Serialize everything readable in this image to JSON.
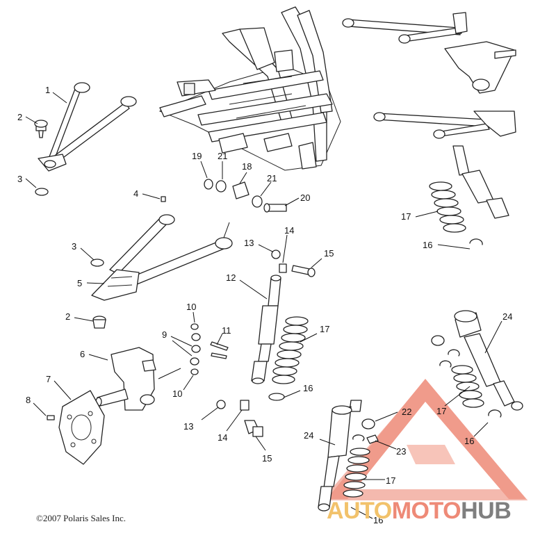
{
  "diagram": {
    "callouts": [
      {
        "id": "c1",
        "label": "1"
      },
      {
        "id": "c2a",
        "label": "2"
      },
      {
        "id": "c3a",
        "label": "3"
      },
      {
        "id": "c4",
        "label": "4"
      },
      {
        "id": "c19",
        "label": "19"
      },
      {
        "id": "c21a",
        "label": "21"
      },
      {
        "id": "c18",
        "label": "18"
      },
      {
        "id": "c21b",
        "label": "21"
      },
      {
        "id": "c20",
        "label": "20"
      },
      {
        "id": "c17a",
        "label": "17"
      },
      {
        "id": "c16a",
        "label": "16"
      },
      {
        "id": "c3b",
        "label": "3"
      },
      {
        "id": "c5",
        "label": "5"
      },
      {
        "id": "c14a",
        "label": "14"
      },
      {
        "id": "c13a",
        "label": "13"
      },
      {
        "id": "c15a",
        "label": "15"
      },
      {
        "id": "c12",
        "label": "12"
      },
      {
        "id": "c2b",
        "label": "2"
      },
      {
        "id": "c10a",
        "label": "10"
      },
      {
        "id": "c9",
        "label": "9"
      },
      {
        "id": "c11",
        "label": "11"
      },
      {
        "id": "c17b",
        "label": "17"
      },
      {
        "id": "c6",
        "label": "6"
      },
      {
        "id": "c7",
        "label": "7"
      },
      {
        "id": "c8",
        "label": "8"
      },
      {
        "id": "c10b",
        "label": "10"
      },
      {
        "id": "c16b",
        "label": "16"
      },
      {
        "id": "c24a",
        "label": "24"
      },
      {
        "id": "c13b",
        "label": "13"
      },
      {
        "id": "c14b",
        "label": "14"
      },
      {
        "id": "c15b",
        "label": "15"
      },
      {
        "id": "c22",
        "label": "22"
      },
      {
        "id": "c24b",
        "label": "24"
      },
      {
        "id": "c17c",
        "label": "17"
      },
      {
        "id": "c23",
        "label": "23"
      },
      {
        "id": "c16c",
        "label": "16"
      },
      {
        "id": "c17d",
        "label": "17"
      },
      {
        "id": "c16d",
        "label": "16"
      }
    ]
  },
  "copyright": "©2007 Polaris Sales Inc.",
  "watermark": {
    "part1": "AUTO",
    "part2": "MOTO",
    "part3": "HUB",
    "colors": {
      "yellow": "#f2c26b",
      "salmon": "#ee8a77",
      "grey": "#7f7f7f"
    }
  }
}
